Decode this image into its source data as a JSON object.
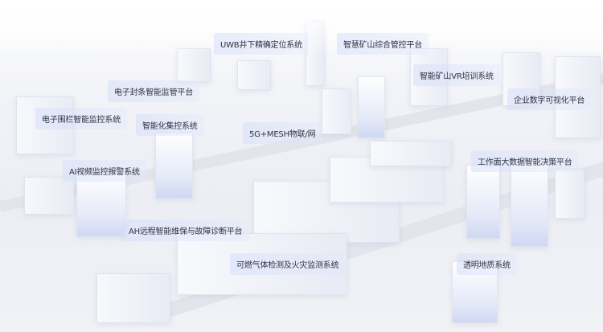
{
  "labels": [
    {
      "id": "uwb",
      "text": "UWB井下精确定位系统"
    },
    {
      "id": "smart-mine",
      "text": "智慧矿山综合管控平台"
    },
    {
      "id": "seal",
      "text": "电子封条智能监管平台"
    },
    {
      "id": "vr",
      "text": "智能矿山VR培训系统"
    },
    {
      "id": "enterprise",
      "text": "企业数字可视化平台"
    },
    {
      "id": "fence",
      "text": "电子围栏智能监控系统"
    },
    {
      "id": "centralized",
      "text": "智能化集控系统"
    },
    {
      "id": "5g",
      "text": "5G+MESH物联/网"
    },
    {
      "id": "workface",
      "text": "工作面大数据智能决策平台"
    },
    {
      "id": "ai-video",
      "text": "AI视频监控报警系统"
    },
    {
      "id": "remote",
      "text": "AH远程智能维保与故障诊断平台"
    },
    {
      "id": "gas",
      "text": "可燃气体检测及火灾监测系统"
    },
    {
      "id": "geology",
      "text": "透明地质系统"
    }
  ]
}
